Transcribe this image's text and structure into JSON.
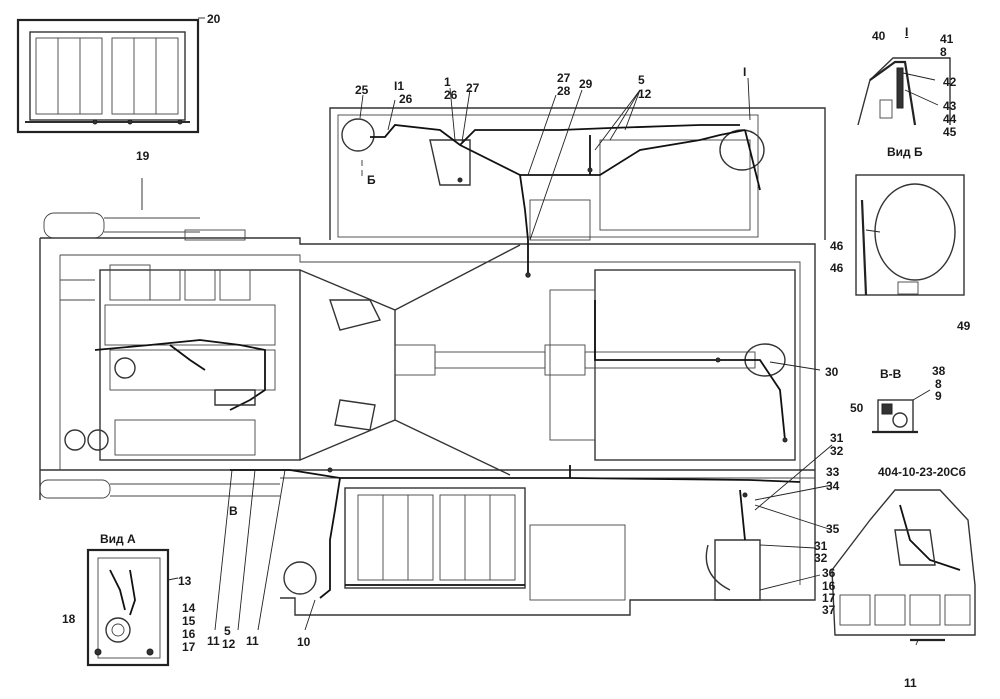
{
  "drawing": {
    "code": "404-10-23-20Сб",
    "views": {
      "detail_i": "I",
      "view_b": "Вид Б",
      "section_bb": "В-В",
      "view_a": "Вид А"
    },
    "section_marks": {
      "b_top": "Б",
      "b_bottom": "В"
    },
    "labels": [
      {
        "id": "20",
        "text": "20"
      },
      {
        "id": "19",
        "text": "19"
      },
      {
        "id": "25",
        "text": "25"
      },
      {
        "id": "i1",
        "text": "I1"
      },
      {
        "id": "26a",
        "text": "26"
      },
      {
        "id": "1",
        "text": "1"
      },
      {
        "id": "26b",
        "text": "26"
      },
      {
        "id": "27a",
        "text": "27"
      },
      {
        "id": "27b",
        "text": "27"
      },
      {
        "id": "28",
        "text": "28"
      },
      {
        "id": "29",
        "text": "29"
      },
      {
        "id": "5",
        "text": "5"
      },
      {
        "id": "12a",
        "text": "12"
      },
      {
        "id": "i_top",
        "text": "I"
      },
      {
        "id": "40",
        "text": "40"
      },
      {
        "id": "41",
        "text": "41"
      },
      {
        "id": "8a",
        "text": "8"
      },
      {
        "id": "42",
        "text": "42"
      },
      {
        "id": "43",
        "text": "43"
      },
      {
        "id": "44",
        "text": "44"
      },
      {
        "id": "45",
        "text": "45"
      },
      {
        "id": "46a",
        "text": "46"
      },
      {
        "id": "46b",
        "text": "46"
      },
      {
        "id": "49",
        "text": "49"
      },
      {
        "id": "38",
        "text": "38"
      },
      {
        "id": "8b",
        "text": "8"
      },
      {
        "id": "9",
        "text": "9"
      },
      {
        "id": "50",
        "text": "50"
      },
      {
        "id": "30",
        "text": "30"
      },
      {
        "id": "31a",
        "text": "31"
      },
      {
        "id": "32a",
        "text": "32"
      },
      {
        "id": "33",
        "text": "33"
      },
      {
        "id": "34",
        "text": "34"
      },
      {
        "id": "35",
        "text": "35"
      },
      {
        "id": "31b",
        "text": "31"
      },
      {
        "id": "32b",
        "text": "32"
      },
      {
        "id": "36",
        "text": "36"
      },
      {
        "id": "16a",
        "text": "16"
      },
      {
        "id": "17a",
        "text": "17"
      },
      {
        "id": "37",
        "text": "37"
      },
      {
        "id": "13",
        "text": "13"
      },
      {
        "id": "14",
        "text": "14"
      },
      {
        "id": "15",
        "text": "15"
      },
      {
        "id": "16b",
        "text": "16"
      },
      {
        "id": "17b",
        "text": "17"
      },
      {
        "id": "18",
        "text": "18"
      },
      {
        "id": "11a",
        "text": "11"
      },
      {
        "id": "5b",
        "text": "5"
      },
      {
        "id": "12b",
        "text": "12"
      },
      {
        "id": "11b",
        "text": "11"
      },
      {
        "id": "10",
        "text": "10"
      },
      {
        "id": "11c",
        "text": "11"
      }
    ]
  }
}
